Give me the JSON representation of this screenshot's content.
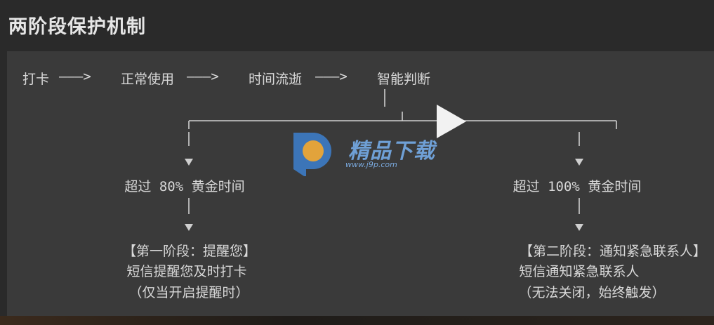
{
  "title": "两阶段保护机制",
  "flow": {
    "step1": "打卡",
    "step2": "正常使用",
    "step3": "时间流逝",
    "step4": "智能判断",
    "arrow": "———>"
  },
  "left_branch": {
    "condition": "超过 80% 黄金时间",
    "stage": "【第一阶段：提醒您】",
    "desc1": "短信提醒您及时打卡",
    "desc2": "（仅当开启提醒时）"
  },
  "right_branch": {
    "condition": "超过 100% 黄金时间",
    "stage": "【第二阶段：通知紧急联系人】",
    "desc1": "短信通知紧急联系人",
    "desc2": "（无法关闭，始终触发）"
  },
  "watermark": {
    "text": "精品下载",
    "url": "www.j9p.com"
  },
  "colors": {
    "background": "#2a2a2a",
    "panel": "#3a3a3a",
    "text": "#d8d8d8",
    "watermark": "#6fa0d6"
  }
}
